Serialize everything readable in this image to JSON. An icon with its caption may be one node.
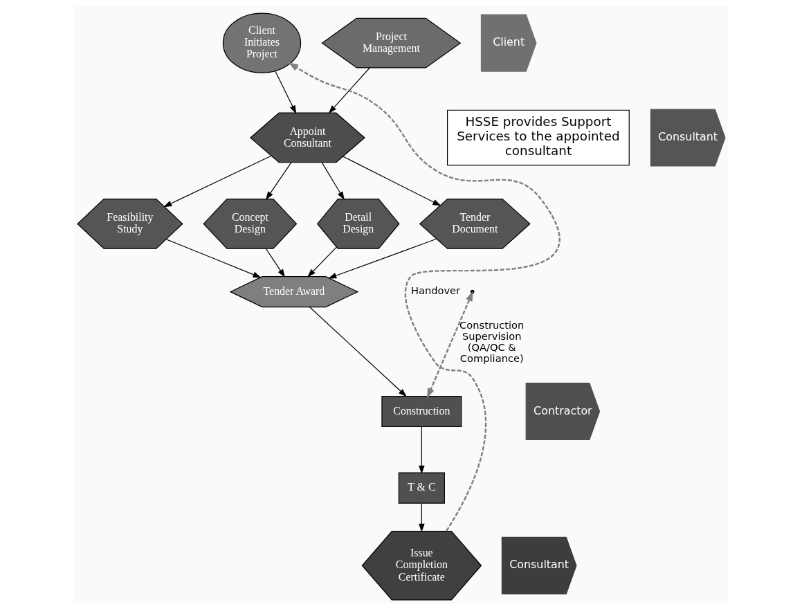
{
  "diagram": {
    "nodes": [
      {
        "text": [
          "Client Initiates Project"
        ]
      },
      {
        "text": [
          "Project Management"
        ]
      },
      {
        "text": [
          "Appoint Consultant"
        ]
      },
      {
        "text": [
          "HSSE provides Support Services to the appointed consultant"
        ]
      },
      {
        "text": [
          "Feasibility Study"
        ]
      },
      {
        "text": [
          "Concept Design"
        ]
      },
      {
        "text": [
          "Detail Design"
        ]
      },
      {
        "text": [
          "Tender Document"
        ]
      },
      {
        "text": [
          "Tender Award"
        ]
      },
      {
        "text": [
          "Construction"
        ]
      },
      {
        "text": [
          "T & C"
        ]
      },
      {
        "text": [
          "Issue Completion Certificate"
        ]
      },
      {
        "text": [
          "Client"
        ]
      },
      {
        "text": [
          "Consultant"
        ]
      },
      {
        "text": [
          "Contractor"
        ]
      },
      {
        "text": [
          "Consultant"
        ]
      }
    ],
    "edges": [
      {
        "from": 0,
        "to": 2,
        "arrow": "to"
      },
      {
        "from": 1,
        "to": 2,
        "arrow": "to"
      },
      {
        "from": 2,
        "to": 4,
        "arrow": "to"
      },
      {
        "from": 2,
        "to": 5,
        "arrow": "to"
      },
      {
        "from": 2,
        "to": 6,
        "arrow": "to"
      },
      {
        "from": 2,
        "to": 7,
        "arrow": "to"
      },
      {
        "from": 4,
        "to": 8,
        "arrow": "to"
      },
      {
        "from": 5,
        "to": 8,
        "arrow": "to"
      },
      {
        "from": 6,
        "to": 8,
        "arrow": "to"
      },
      {
        "from": 7,
        "to": 8,
        "arrow": "to"
      },
      {
        "from": 8,
        "to": 9,
        "arrow": "to"
      },
      {
        "from": 9,
        "to": 10,
        "arrow": "to"
      },
      {
        "from": 10,
        "to": 11,
        "arrow": "to"
      },
      {
        "from": 11,
        "to": 0,
        "arrow": "to",
        "label": "Handover",
        "style": "dashed",
        "color": "#808080"
      },
      {
        "from": null,
        "to": 9,
        "arrow": "both",
        "label": "Construction Supervision (QA/QC & Compliance)",
        "style": "dashed",
        "color": "#808080"
      }
    ]
  }
}
